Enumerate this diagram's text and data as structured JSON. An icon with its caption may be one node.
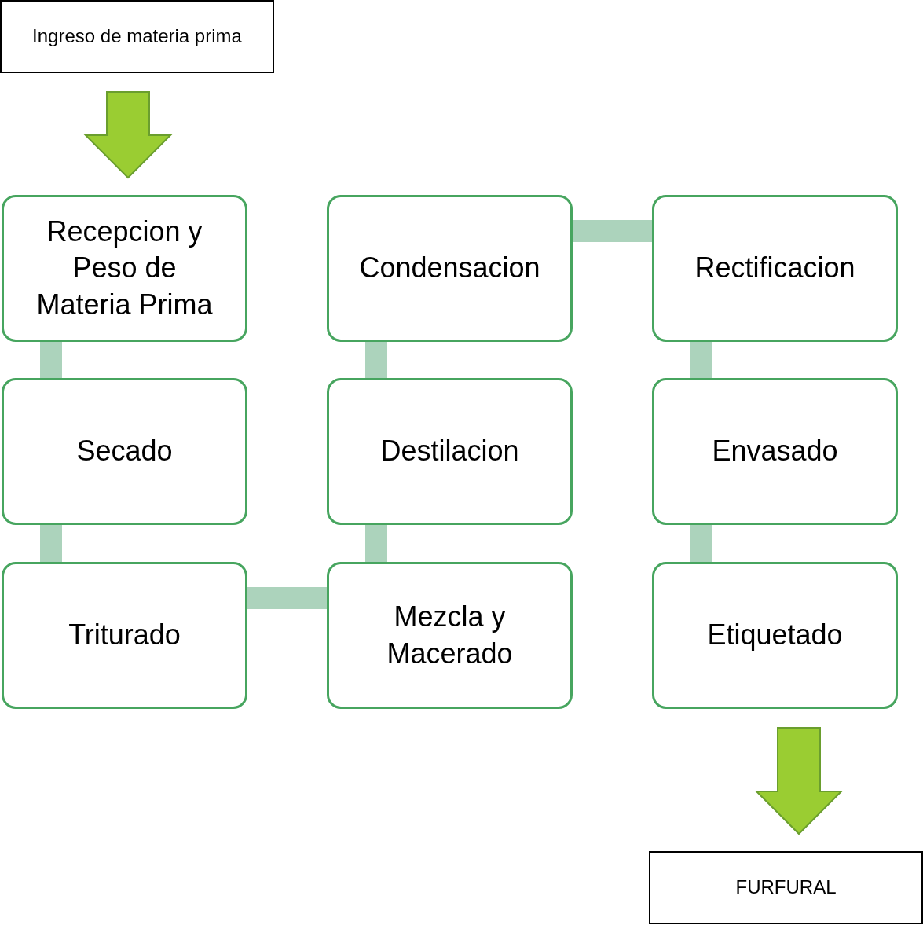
{
  "diagram": {
    "nodes": [
      {
        "text": [
          "Ingreso de materia prima"
        ]
      },
      {
        "text": [
          "Recepcion y Peso de Materia Prima"
        ]
      },
      {
        "text": [
          "Secado"
        ]
      },
      {
        "text": [
          "Triturado"
        ]
      },
      {
        "text": [
          "Mezcla y Macerado"
        ]
      },
      {
        "text": [
          "Destilacion"
        ]
      },
      {
        "text": [
          "Condensacion"
        ]
      },
      {
        "text": [
          "Rectificacion"
        ]
      },
      {
        "text": [
          "Envasado"
        ]
      },
      {
        "text": [
          "Etiquetado"
        ]
      },
      {
        "text": [
          "FURFURAL"
        ]
      }
    ],
    "edges": [
      {
        "from": 0,
        "to": 1,
        "arrow": "to",
        "style": "thick",
        "color": "#9acd32"
      },
      {
        "from": 1,
        "to": 2,
        "arrow": "none"
      },
      {
        "from": 2,
        "to": 3,
        "arrow": "none"
      },
      {
        "from": 3,
        "to": 4,
        "arrow": "none"
      },
      {
        "from": 4,
        "to": 5,
        "arrow": "none"
      },
      {
        "from": 5,
        "to": 6,
        "arrow": "none"
      },
      {
        "from": 6,
        "to": 7,
        "arrow": "none"
      },
      {
        "from": 7,
        "to": 8,
        "arrow": "none"
      },
      {
        "from": 8,
        "to": 9,
        "arrow": "none"
      },
      {
        "from": 9,
        "to": 10,
        "arrow": "to",
        "style": "thick",
        "color": "#9acd32"
      }
    ]
  }
}
